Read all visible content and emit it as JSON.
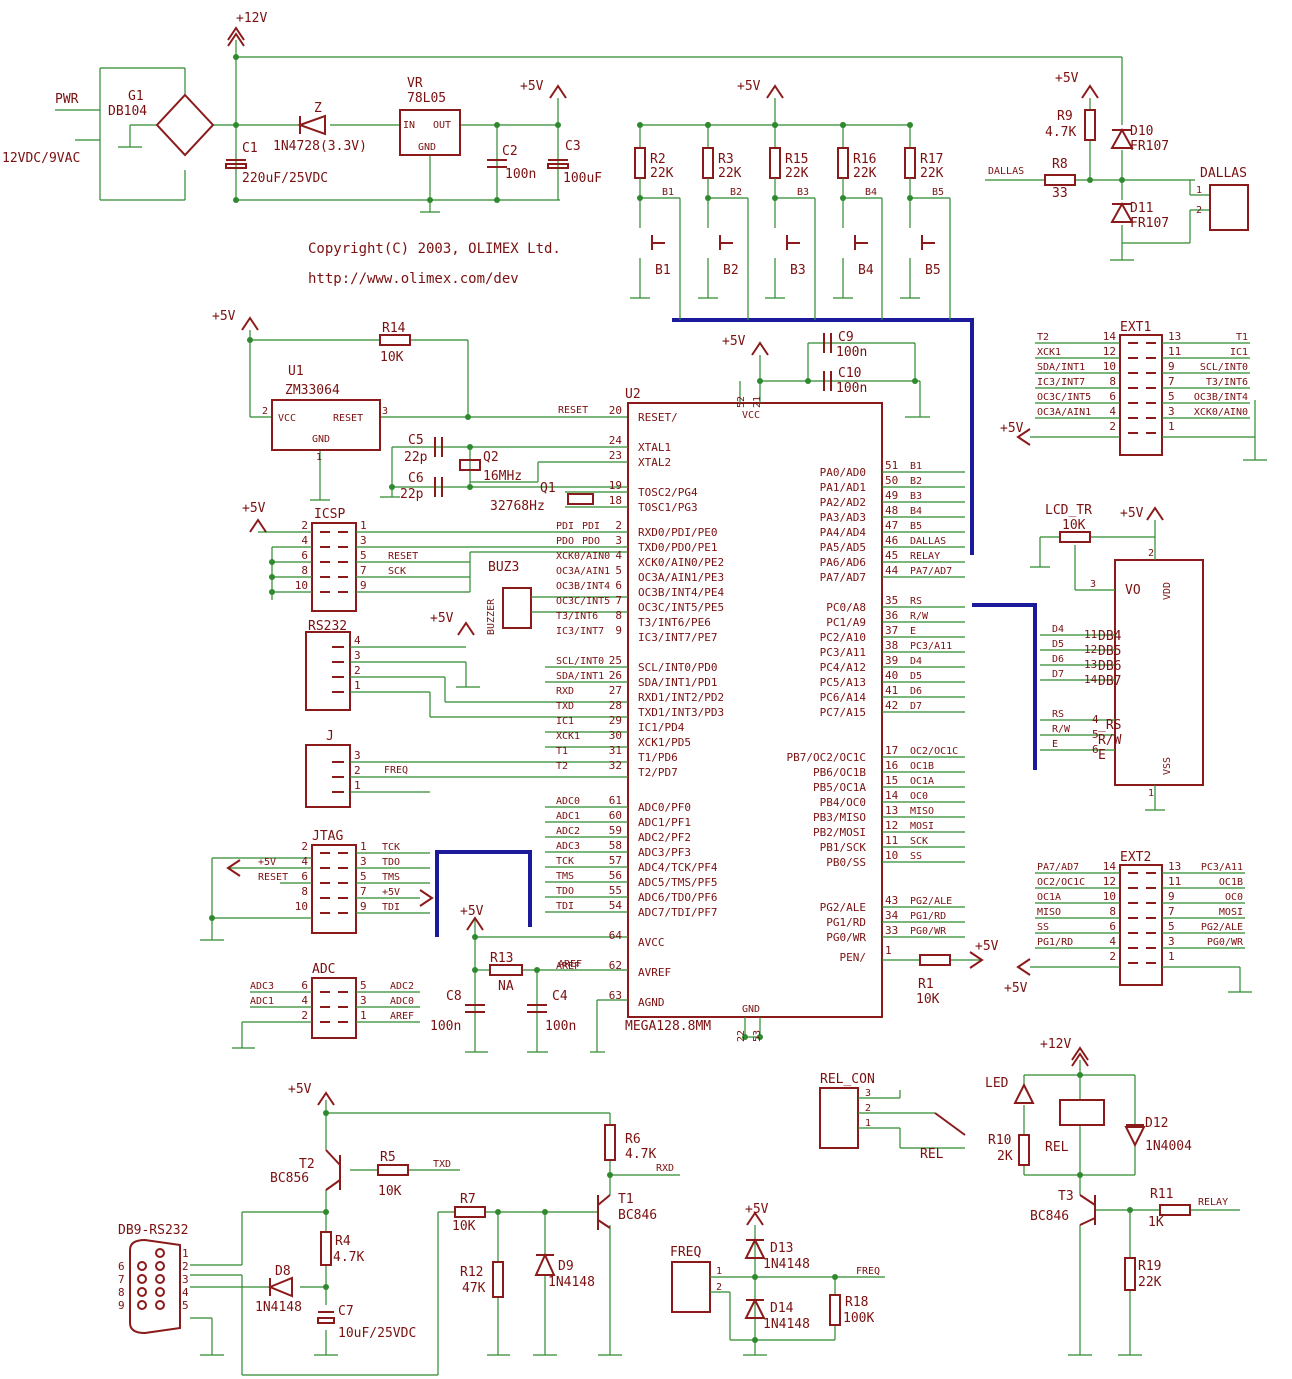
{
  "copyright": "Copyright(C) 2003, OLIMEX Ltd.",
  "url": "http://www.olimex.com/dev",
  "rails": {
    "v12": "+12V",
    "v5": "+5V"
  },
  "power": {
    "pwr_label": "PWR",
    "pwr_value": "12VDC/9VAC",
    "bridge_name": "G1",
    "bridge_value": "DB104",
    "c1_name": "C1",
    "c1_value": "220uF/25VDC",
    "zener_name": "Z",
    "zener_value": "1N4728(3.3V)",
    "vr_name": "VR",
    "vr_value": "78L05",
    "vr_in": "IN",
    "vr_out": "OUT",
    "vr_gnd": "GND",
    "c2_name": "C2",
    "c2_value": "100n",
    "c3_name": "C3",
    "c3_value": "100uF"
  },
  "buttons": [
    {
      "r_name": "R2",
      "r_value": "22K",
      "net": "B1",
      "name": "B1"
    },
    {
      "r_name": "R3",
      "r_value": "22K",
      "net": "B2",
      "name": "B2"
    },
    {
      "r_name": "R15",
      "r_value": "22K",
      "net": "B3",
      "name": "B3"
    },
    {
      "r_name": "R16",
      "r_value": "22K",
      "net": "B4",
      "name": "B4"
    },
    {
      "r_name": "R17",
      "r_value": "22K",
      "net": "B5",
      "name": "B5"
    }
  ],
  "dallas": {
    "r9_name": "R9",
    "r9_value": "4.7K",
    "r8_name": "R8",
    "r8_value": "33",
    "d10_name": "D10",
    "d10_value": "FR107",
    "d11_name": "D11",
    "d11_value": "FR107",
    "net": "DALLAS",
    "conn": "DALLAS",
    "pin1": "1",
    "pin2": "2"
  },
  "reset": {
    "r14_name": "R14",
    "r14_value": "10K",
    "u1_name": "U1",
    "u1_value": "ZM33064",
    "u1_vcc": "VCC",
    "u1_reset": "RESET",
    "u1_gnd": "GND",
    "pin2": "2",
    "pin3": "3",
    "pin1": "1",
    "net": "RESET"
  },
  "crystal": {
    "c5_name": "C5",
    "c5_value": "22p",
    "c6_name": "C6",
    "c6_value": "22p",
    "q2_name": "Q2",
    "q2_value": "16MHz",
    "q1_name": "Q1",
    "q1_value": "32768Hz"
  },
  "decoupling": {
    "c9_name": "C9",
    "c9_value": "100n",
    "c10_name": "C10",
    "c10_value": "100n"
  },
  "mcu": {
    "name": "U2",
    "part": "MEGA128.8MM",
    "vcc": "VCC",
    "gnd": "GND",
    "vcc_pins": [
      "52",
      "21"
    ],
    "gnd_pins": [
      "22",
      "53"
    ],
    "left": [
      {
        "pin": "20",
        "label": "RESET/",
        "net": "RESET"
      },
      {
        "pin": "24",
        "label": "XTAL1",
        "net": ""
      },
      {
        "pin": "23",
        "label": "XTAL2",
        "net": ""
      },
      {
        "pin": "19",
        "label": "TOSC2/PG4",
        "net": ""
      },
      {
        "pin": "18",
        "label": "TOSC1/PG3",
        "net": ""
      },
      {
        "pin": "2",
        "label": "RXD0/PDI/PE0",
        "net": "PDI"
      },
      {
        "pin": "3",
        "label": "TXD0/PDO/PE1",
        "net": "PDO"
      },
      {
        "pin": "4",
        "label": "XCK0/AIN0/PE2",
        "net": "XCK0/AIN0"
      },
      {
        "pin": "5",
        "label": "OC3A/AIN1/PE3",
        "net": "OC3A/AIN1"
      },
      {
        "pin": "6",
        "label": "OC3B/INT4/PE4",
        "net": "OC3B/INT4"
      },
      {
        "pin": "7",
        "label": "OC3C/INT5/PE5",
        "net": "OC3C/INT5"
      },
      {
        "pin": "8",
        "label": "T3/INT6/PE6",
        "net": "T3/INT6"
      },
      {
        "pin": "9",
        "label": "IC3/INT7/PE7",
        "net": "IC3/INT7"
      },
      {
        "pin": "25",
        "label": "SCL/INT0/PD0",
        "net": "SCL/INT0"
      },
      {
        "pin": "26",
        "label": "SDA/INT1/PD1",
        "net": "SDA/INT1"
      },
      {
        "pin": "27",
        "label": "RXD1/INT2/PD2",
        "net": "RXD"
      },
      {
        "pin": "28",
        "label": "TXD1/INT3/PD3",
        "net": "TXD"
      },
      {
        "pin": "29",
        "label": "IC1/PD4",
        "net": "IC1"
      },
      {
        "pin": "30",
        "label": "XCK1/PD5",
        "net": "XCK1"
      },
      {
        "pin": "31",
        "label": "T1/PD6",
        "net": "T1"
      },
      {
        "pin": "32",
        "label": "T2/PD7",
        "net": "T2"
      },
      {
        "pin": "61",
        "label": "ADC0/PF0",
        "net": "ADC0"
      },
      {
        "pin": "60",
        "label": "ADC1/PF1",
        "net": "ADC1"
      },
      {
        "pin": "59",
        "label": "ADC2/PF2",
        "net": "ADC2"
      },
      {
        "pin": "58",
        "label": "ADC3/PF3",
        "net": "ADC3"
      },
      {
        "pin": "57",
        "label": "ADC4/TCK/PF4",
        "net": "TCK"
      },
      {
        "pin": "56",
        "label": "ADC5/TMS/PF5",
        "net": "TMS"
      },
      {
        "pin": "55",
        "label": "ADC6/TDO/PF6",
        "net": "TDO"
      },
      {
        "pin": "54",
        "label": "ADC7/TDI/PF7",
        "net": "TDI"
      },
      {
        "pin": "64",
        "label": "AVCC",
        "net": ""
      },
      {
        "pin": "62",
        "label": "AVREF",
        "net": "AREF"
      },
      {
        "pin": "63",
        "label": "AGND",
        "net": ""
      }
    ],
    "right": [
      {
        "pin": "51",
        "label": "PA0/AD0",
        "net": "B1"
      },
      {
        "pin": "50",
        "label": "PA1/AD1",
        "net": "B2"
      },
      {
        "pin": "49",
        "label": "PA2/AD2",
        "net": "B3"
      },
      {
        "pin": "48",
        "label": "PA3/AD3",
        "net": "B4"
      },
      {
        "pin": "47",
        "label": "PA4/AD4",
        "net": "B5"
      },
      {
        "pin": "46",
        "label": "PA5/AD5",
        "net": "DALLAS"
      },
      {
        "pin": "45",
        "label": "PA6/AD6",
        "net": "RELAY"
      },
      {
        "pin": "44",
        "label": "PA7/AD7",
        "net": "PA7/AD7"
      },
      {
        "pin": "35",
        "label": "PC0/A8",
        "net": "RS"
      },
      {
        "pin": "36",
        "label": "PC1/A9",
        "net": "R/W"
      },
      {
        "pin": "37",
        "label": "PC2/A10",
        "net": "E"
      },
      {
        "pin": "38",
        "label": "PC3/A11",
        "net": "PC3/A11"
      },
      {
        "pin": "39",
        "label": "PC4/A12",
        "net": "D4"
      },
      {
        "pin": "40",
        "label": "PC5/A13",
        "net": "D5"
      },
      {
        "pin": "41",
        "label": "PC6/A14",
        "net": "D6"
      },
      {
        "pin": "42",
        "label": "PC7/A15",
        "net": "D7"
      },
      {
        "pin": "17",
        "label": "PB7/OC2/OC1C",
        "net": "OC2/OC1C"
      },
      {
        "pin": "16",
        "label": "PB6/OC1B",
        "net": "OC1B"
      },
      {
        "pin": "15",
        "label": "PB5/OC1A",
        "net": "OC1A"
      },
      {
        "pin": "14",
        "label": "PB4/OC0",
        "net": "OC0"
      },
      {
        "pin": "13",
        "label": "PB3/MISO",
        "net": "MISO"
      },
      {
        "pin": "12",
        "label": "PB2/MOSI",
        "net": "MOSI"
      },
      {
        "pin": "11",
        "label": "PB1/SCK",
        "net": "SCK"
      },
      {
        "pin": "10",
        "label": "PB0/SS",
        "net": "SS"
      },
      {
        "pin": "43",
        "label": "PG2/ALE",
        "net": "PG2/ALE"
      },
      {
        "pin": "34",
        "label": "PG1/RD",
        "net": "PG1/RD"
      },
      {
        "pin": "33",
        "label": "PG0/WR",
        "net": "PG0/WR"
      },
      {
        "pin": "1",
        "label": "PEN/",
        "net": ""
      }
    ]
  },
  "r1": {
    "name": "R1",
    "value": "10K"
  },
  "ext1": {
    "name": "EXT1",
    "rows": [
      {
        "ln": "T2",
        "lp": "14",
        "rp": "13",
        "rn": "T1"
      },
      {
        "ln": "XCK1",
        "lp": "12",
        "rp": "11",
        "rn": "IC1"
      },
      {
        "ln": "SDA/INT1",
        "lp": "10",
        "rp": "9",
        "rn": "SCL/INT0"
      },
      {
        "ln": "IC3/INT7",
        "lp": "8",
        "rp": "7",
        "rn": "T3/INT6"
      },
      {
        "ln": "OC3C/INT5",
        "lp": "6",
        "rp": "5",
        "rn": "OC3B/INT4"
      },
      {
        "ln": "OC3A/AIN1",
        "lp": "4",
        "rp": "3",
        "rn": "XCK0/AIN0"
      },
      {
        "ln": "",
        "lp": "2",
        "rp": "1",
        "rn": ""
      }
    ]
  },
  "ext2": {
    "name": "EXT2",
    "rows": [
      {
        "ln": "PA7/AD7",
        "lp": "14",
        "rp": "13",
        "rn": "PC3/A11"
      },
      {
        "ln": "OC2/OC1C",
        "lp": "12",
        "rp": "11",
        "rn": "OC1B"
      },
      {
        "ln": "OC1A",
        "lp": "10",
        "rp": "9",
        "rn": "OC0"
      },
      {
        "ln": "MISO",
        "lp": "8",
        "rp": "7",
        "rn": "MOSI"
      },
      {
        "ln": "SS",
        "lp": "6",
        "rp": "5",
        "rn": "PG2/ALE"
      },
      {
        "ln": "PG1/RD",
        "lp": "4",
        "rp": "3",
        "rn": "PG0/WR"
      },
      {
        "ln": "",
        "lp": "2",
        "rp": "1",
        "rn": ""
      }
    ]
  },
  "lcd": {
    "trim_name": "LCD_TR",
    "trim_value": "10K",
    "vo": "VO",
    "vdd": "VDD",
    "vss": "VSS",
    "pin_vo": "3",
    "pin_vdd": "2",
    "pin_vss": "1",
    "data": [
      {
        "net": "D4",
        "pin": "11",
        "label": "DB4"
      },
      {
        "net": "D5",
        "pin": "12",
        "label": "DB5"
      },
      {
        "net": "D6",
        "pin": "13",
        "label": "DB6"
      },
      {
        "net": "D7",
        "pin": "14",
        "label": "DB7"
      }
    ],
    "ctrl": [
      {
        "net": "RS",
        "pin": "4",
        "label": "_RS"
      },
      {
        "net": "R/W",
        "pin": "5",
        "label": "R/W"
      },
      {
        "net": "E",
        "pin": "6",
        "label": "E"
      }
    ]
  },
  "icsp": {
    "name": "ICSP",
    "rows": [
      {
        "lp": "2",
        "rp": "1",
        "net": "PDI"
      },
      {
        "lp": "4",
        "rp": "3",
        "net": "PDO"
      },
      {
        "lp": "6",
        "rp": "5",
        "net": "RESET"
      },
      {
        "lp": "8",
        "rp": "7",
        "net": "SCK"
      },
      {
        "lp": "10",
        "rp": "9",
        "net": ""
      }
    ]
  },
  "buzzer": {
    "name": "BUZ3",
    "value": "BUZZER"
  },
  "rs232": {
    "name": "RS232",
    "pins": [
      "4",
      "3",
      "2",
      "1"
    ]
  },
  "jconn": {
    "name": "J",
    "pins": [
      "3",
      "2",
      "1"
    ],
    "net": "FREQ"
  },
  "jtag": {
    "name": "JTAG",
    "rows": [
      {
        "lp": "2",
        "rp": "1",
        "ln": "",
        "rn": "TCK"
      },
      {
        "lp": "4",
        "rp": "3",
        "ln": "+5V",
        "rn": "TDO"
      },
      {
        "lp": "6",
        "rp": "5",
        "ln": "RESET",
        "rn": "TMS"
      },
      {
        "lp": "8",
        "rp": "7",
        "ln": "",
        "rn": "+5V"
      },
      {
        "lp": "10",
        "rp": "9",
        "ln": "",
        "rn": "TDI"
      }
    ]
  },
  "adc": {
    "name": "ADC",
    "rows": [
      {
        "ln": "ADC3",
        "lp": "6",
        "rp": "5",
        "rn": "ADC2"
      },
      {
        "ln": "ADC1",
        "lp": "4",
        "rp": "3",
        "rn": "ADC0"
      },
      {
        "ln": "",
        "lp": "2",
        "rp": "1",
        "rn": "AREF"
      }
    ]
  },
  "analog": {
    "r13_name": "R13",
    "r13_value": "NA",
    "c8_name": "C8",
    "c8_value": "100n",
    "c4_name": "C4",
    "c4_value": "100n",
    "aref": "AREF"
  },
  "rs232circ": {
    "t2_name": "T2",
    "t2_value": "BC856",
    "r5_name": "R5",
    "r5_value": "10K",
    "txd": "TXD",
    "r4_name": "R4",
    "r4_value": "4.7K",
    "d8_name": "D8",
    "d8_value": "1N4148",
    "c7_name": "C7",
    "c7_value": "10uF/25VDC",
    "db9_name": "DB9-RS232",
    "db9_pins": [
      "1",
      "2",
      "3",
      "4",
      "5",
      "6",
      "7",
      "8",
      "9"
    ],
    "r6_name": "R6",
    "r6_value": "4.7K",
    "rxd": "RXD",
    "r7_name": "R7",
    "r7_value": "10K",
    "r12_name": "R12",
    "r12_value": "47K",
    "d9_name": "D9",
    "d9_value": "1N4148",
    "t1_name": "T1",
    "t1_value": "BC846"
  },
  "freq": {
    "conn": "FREQ",
    "pin1": "1",
    "pin2": "2",
    "d13_name": "D13",
    "d13_value": "1N4148",
    "d14_name": "D14",
    "d14_value": "1N4148",
    "r18_name": "R18",
    "r18_value": "100K",
    "net": "FREQ"
  },
  "relay": {
    "conn": "REL_CON",
    "pins": [
      "3",
      "2",
      "1"
    ],
    "rel_label": "REL",
    "led_name": "LED",
    "r10_name": "R10",
    "r10_value": "2K",
    "rel_name": "REL",
    "d12_name": "D12",
    "d12_value": "1N4004",
    "t3_name": "T3",
    "t3_value": "BC846",
    "r11_name": "R11",
    "r11_value": "1K",
    "net": "RELAY",
    "r19_name": "R19",
    "r19_value": "22K"
  }
}
